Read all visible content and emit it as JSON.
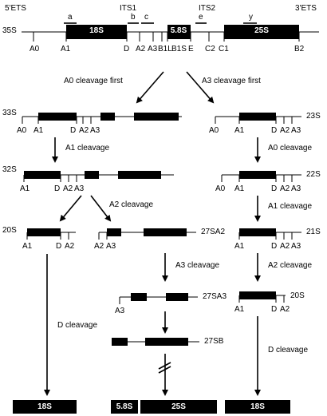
{
  "regions": {
    "ets5": "5'ETS",
    "its1": "ITS1",
    "its2": "ITS2",
    "ets3": "3'ETS"
  },
  "probes": {
    "a": "a",
    "b": "b",
    "c": "c",
    "e": "e",
    "y": "y"
  },
  "rna": {
    "r18s": "18S",
    "r58s": "5.8S",
    "r25s": "25S"
  },
  "precursors": {
    "p35s": "35S",
    "p33s": "33S",
    "p23s": "23S",
    "p32s": "32S",
    "p22s": "22S",
    "p20s_left": "20S",
    "p27sa2": "27SA2",
    "p21s": "21S",
    "p27sa3": "27SA3",
    "p20s_right": "20S",
    "p27sb": "27SB"
  },
  "sites": {
    "a0": "A0",
    "a1": "A1",
    "d": "D",
    "a2": "A2",
    "a3": "A3",
    "b1l": "B1L",
    "b1s": "B1S",
    "e": "E",
    "c2": "C2",
    "c1": "C1",
    "b2": "B2"
  },
  "steps": {
    "a0_first": "A0 cleavage first",
    "a3_first": "A3 cleavage first",
    "a1_cleavage_left": "A1 cleavage",
    "a0_cleavage_right": "A0 cleavage",
    "a2_cleavage_left": "A2 cleavage",
    "a1_cleavage_right": "A1 cleavage",
    "a3_cleavage_center": "A3 cleavage",
    "a2_cleavage_right": "A2 cleavage",
    "d_cleavage_left": "D cleavage",
    "d_cleavage_right": "D cleavage"
  },
  "products": {
    "left_18s": "18S",
    "center_58s": "5.8S",
    "center_25s": "25S",
    "right_18s": "18S"
  }
}
